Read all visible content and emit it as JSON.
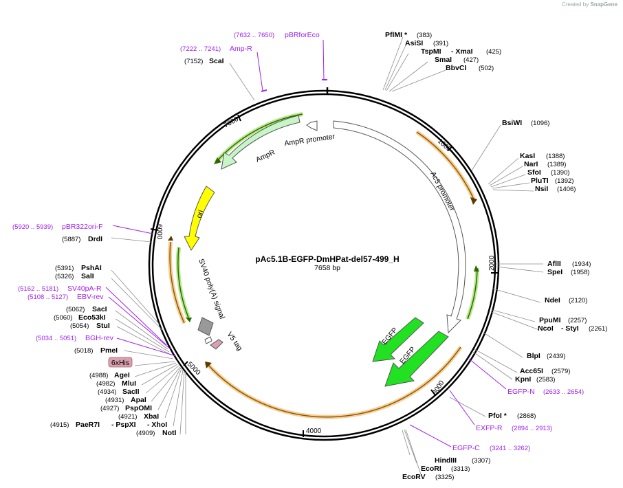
{
  "credit": {
    "prefix": "Created by",
    "brand": "SnapGene"
  },
  "plasmid": {
    "name": "pAc5.1B-EGFP-DmHPat-del57-499_H",
    "size": "7658 bp"
  },
  "ticks": [
    "1000",
    "2000",
    "3000",
    "4000",
    "5000",
    "6000",
    "7000"
  ],
  "features": {
    "ampr_promoter": "AmpR promoter",
    "ampr": "AmpR",
    "ori": "ori",
    "sv40": "SV40 poly(A) signal",
    "v5": "V5 tag",
    "ac5": "Ac5 promoter",
    "egfp1": "EGFP",
    "egfp2": "EGFP",
    "his": "6xHis"
  },
  "enzymes": [
    {
      "name": "PflMI *",
      "pos": "(383)"
    },
    {
      "name": "AsiSI",
      "pos": "(391)"
    },
    {
      "name": "TspMI",
      "pos": ""
    },
    {
      "name": "- XmaI",
      "pos": "(425)"
    },
    {
      "name": "SmaI",
      "pos": "(427)"
    },
    {
      "name": "BbvCI",
      "pos": "(502)"
    },
    {
      "name": "BsiWI",
      "pos": "(1096)"
    },
    {
      "name": "KasI",
      "pos": "(1388)"
    },
    {
      "name": "NarI",
      "pos": "(1389)"
    },
    {
      "name": "SfoI",
      "pos": "(1390)"
    },
    {
      "name": "PluTI",
      "pos": "(1392)"
    },
    {
      "name": "NsiI",
      "pos": "(1406)"
    },
    {
      "name": "AflII",
      "pos": "(1934)"
    },
    {
      "name": "SpeI",
      "pos": "(1958)"
    },
    {
      "name": "NdeI",
      "pos": "(2120)"
    },
    {
      "name": "PpuMI",
      "pos": "(2257)"
    },
    {
      "name": "NcoI",
      "pos": ""
    },
    {
      "name": "- StyI",
      "pos": "(2261)"
    },
    {
      "name": "BlpI",
      "pos": "(2439)"
    },
    {
      "name": "Acc65I",
      "pos": "(2579)"
    },
    {
      "name": "KpnI",
      "pos": "(2583)"
    },
    {
      "name": "PfoI *",
      "pos": "(2868)"
    },
    {
      "name": "HindIII",
      "pos": "(3307)"
    },
    {
      "name": "EcoRI",
      "pos": "(3313)"
    },
    {
      "name": "EcoRV",
      "pos": "(3325)"
    },
    {
      "name": "ScaI",
      "pos": "(7152)"
    },
    {
      "name": "DrdI",
      "pos": "(5887)"
    },
    {
      "name": "PshAI",
      "pos": "(5391)"
    },
    {
      "name": "SalI",
      "pos": "(5326)"
    },
    {
      "name": "SacI",
      "pos": "(5062)"
    },
    {
      "name": "Eco53kI",
      "pos": "(5060)"
    },
    {
      "name": "StuI",
      "pos": "(5054)"
    },
    {
      "name": "PmeI",
      "pos": "(5018)"
    },
    {
      "name": "AgeI",
      "pos": "(4988)"
    },
    {
      "name": "MluI",
      "pos": "(4982)"
    },
    {
      "name": "SacII",
      "pos": "(4934)"
    },
    {
      "name": "ApaI",
      "pos": "(4931)"
    },
    {
      "name": "PspOMI",
      "pos": "(4927)"
    },
    {
      "name": "XbaI",
      "pos": "(4921)"
    },
    {
      "name": "PaeR7I",
      "pos": "(4915)"
    },
    {
      "name": "- PspXI",
      "pos": ""
    },
    {
      "name": "- XhoI",
      "pos": ""
    },
    {
      "name": "NotI",
      "pos": "(4909)"
    }
  ],
  "primers": [
    {
      "name": "pBRforEco",
      "pos": "(7632 .. 7650)"
    },
    {
      "name": "Amp-R",
      "pos": "(7222 .. 7241)"
    },
    {
      "name": "pBR322ori-F",
      "pos": "(5920 .. 5939)"
    },
    {
      "name": "SV40pA-R",
      "pos": "(5162 .. 5181)"
    },
    {
      "name": "EBV-rev",
      "pos": "(5108 .. 5127)"
    },
    {
      "name": "BGH-rev",
      "pos": "(5034 .. 5051)"
    },
    {
      "name": "EGFP-N",
      "pos": "(2633 .. 2654)"
    },
    {
      "name": "EXFP-R",
      "pos": "(2894 .. 2913)"
    },
    {
      "name": "EGFP-C",
      "pos": "(3241 .. 3262)"
    }
  ]
}
